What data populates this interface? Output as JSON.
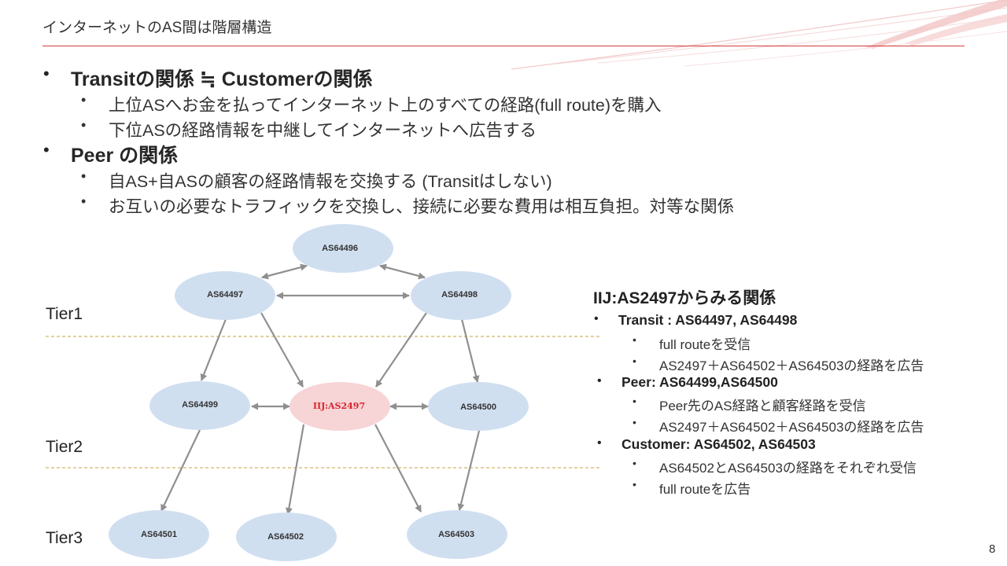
{
  "slide": {
    "title": "インターネットのAS間は階層構造",
    "page_number": "8"
  },
  "bullets": [
    {
      "text": "Transitの関係 ≒ Customerの関係",
      "sub": [
        "上位ASへお金を払ってインターネット上のすべての経路(full route)を購入",
        "下位ASの経路情報を中継してインターネットへ広告する"
      ]
    },
    {
      "text": "Peer の関係",
      "sub": [
        "自AS+自ASの顧客の経路情報を交換する (Transitはしない)",
        "お互いの必要なトラフィックを交換し、接続に必要な費用は相互負担。対等な関係"
      ]
    }
  ],
  "diagram": {
    "nodes": {
      "as64496": "AS64496",
      "as64497": "AS64497",
      "as64498": "AS64498",
      "as64499": "AS64499",
      "iij": "IIJ:AS2497",
      "as64500": "AS64500",
      "as64501": "AS64501",
      "as64502": "AS64502",
      "as64503": "AS64503"
    },
    "tiers": [
      "Tier1",
      "Tier2",
      "Tier3"
    ],
    "colors": {
      "node_fill": "#d0dff0",
      "highlight_fill": "#f7d4d6",
      "highlight_text": "#d9232e",
      "arrow": "#8f8f8f",
      "divider": "#c8a040",
      "title_rule": "#d43c3c"
    }
  },
  "panel": {
    "title": "IIJ:AS2497からみる関係",
    "sections": [
      {
        "label": "Transit : AS64497, AS64498",
        "items": [
          "full routeを受信",
          "AS2497＋AS64502＋AS64503の経路を広告"
        ]
      },
      {
        "label": "Peer: AS64499,AS64500",
        "items": [
          "Peer先のAS経路と顧客経路を受信",
          "AS2497＋AS64502＋AS64503の経路を広告"
        ]
      },
      {
        "label": "Customer: AS64502, AS64503",
        "items": [
          "AS64502とAS64503の経路をそれぞれ受信",
          "full routeを広告"
        ]
      }
    ]
  }
}
